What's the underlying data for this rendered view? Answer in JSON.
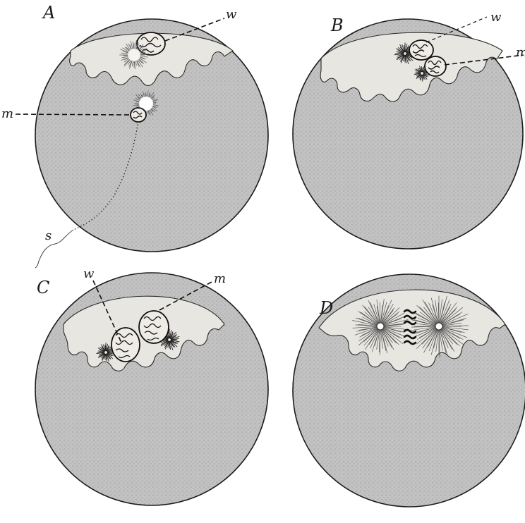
{
  "figure": {
    "panels": [
      {
        "id": "A",
        "letter": "A",
        "labels": {
          "w": "w",
          "m": "m",
          "s": "s"
        }
      },
      {
        "id": "B",
        "letter": "B",
        "labels": {
          "w": "w",
          "m": "m"
        }
      },
      {
        "id": "C",
        "letter": "C",
        "labels": {
          "w": "w",
          "m": "m"
        }
      },
      {
        "id": "D",
        "letter": "D",
        "labels": {}
      }
    ]
  },
  "colors": {
    "cytoplasm": "#bdbdbd",
    "cap": "#e8e6e1",
    "outline": "#1b1b1b"
  }
}
